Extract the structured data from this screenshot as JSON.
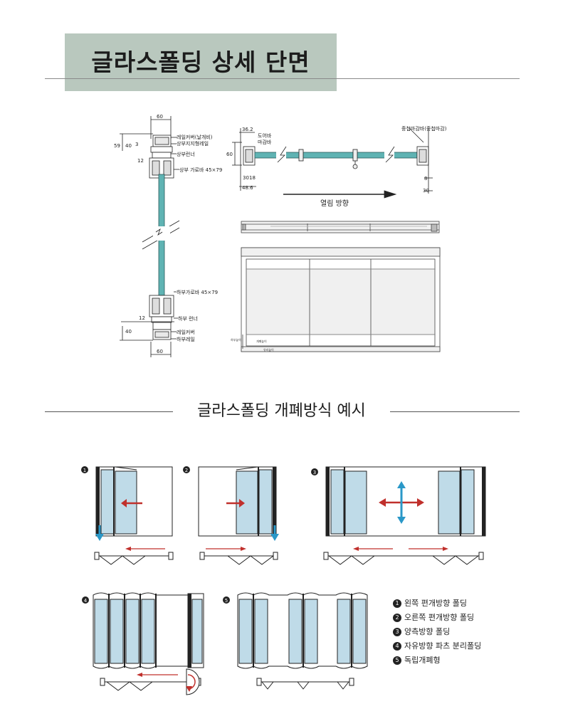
{
  "header": {
    "title": "글라스폴딩 상세 단면"
  },
  "section": {
    "title": "글라스폴딩 개폐방식 예시"
  },
  "section_view": {
    "dims": {
      "top_width": "60",
      "d59": "59",
      "d40": "40",
      "d3": "3",
      "d12": "12",
      "bottom_12": "12",
      "bottom_40": "40",
      "bottom_width": "60"
    },
    "labels": {
      "rail_cover_top": "레일커버(날개비)",
      "upper_rail": "상부지지형레일",
      "upper_runner": "상부런너",
      "upper_bar": "상부 가로바 45×79",
      "lower_bar": "하부가로바 45×79",
      "lower_runner": "하부 런너",
      "rail_cover_bottom": "레일커버",
      "lower_rail": "하부레일"
    }
  },
  "plan_view": {
    "dims": {
      "d362": "36.2",
      "d60": "60",
      "d30": "30",
      "d18": "18",
      "d486": "48.6",
      "r8": "8",
      "r30": "30"
    },
    "labels": {
      "door_bar": "도어바",
      "finish_bar": "마감바",
      "finish_right": "중첩마감바(중첩마감)",
      "open_direction": "열림 방향"
    }
  },
  "elevation_view": {
    "labels": {
      "left_note": "하부높이",
      "label_a": "개폐높이",
      "label_b": "유리높이"
    }
  },
  "examples": {
    "badges": [
      "1",
      "2",
      "3",
      "4",
      "5"
    ]
  },
  "legend": {
    "items": [
      {
        "num": "1",
        "label": "왼쪽 편개방향 폴딩"
      },
      {
        "num": "2",
        "label": "오른쪽 편개방향 폴딩"
      },
      {
        "num": "3",
        "label": "양측방향 폴딩"
      },
      {
        "num": "4",
        "label": "자유방향 파츠 분리폴딩"
      },
      {
        "num": "5",
        "label": "독립개폐형"
      }
    ]
  },
  "colors": {
    "title_bg": "#b9c8be",
    "glass": "#bfdbe8",
    "glass_section": "#5fb3b3",
    "arrow_red": "#c0302c",
    "arrow_blue": "#2a98c8",
    "line": "#222222"
  }
}
